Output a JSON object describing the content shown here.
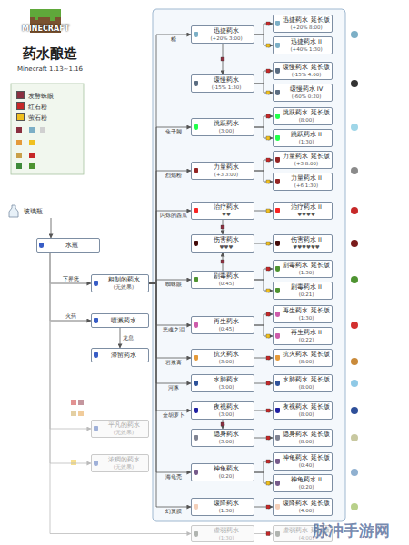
{
  "diagram": {
    "title": "药水酿造",
    "nodes": [
      {
        "text": [
          "玻璃瓶"
        ]
      },
      {
        "text": [
          "水瓶"
        ]
      },
      {
        "text": [
          "粗制的药水",
          "(无效果)"
        ]
      },
      {
        "text": [
          "喷溅药水"
        ]
      },
      {
        "text": [
          "滞留药水"
        ]
      },
      {
        "text": [
          "平凡的药水",
          "(无效果)"
        ]
      },
      {
        "text": [
          "浓稠的药水",
          "(无效果)"
        ]
      },
      {
        "text": [
          "迅捷药水",
          "(+20% 3:00)"
        ]
      },
      {
        "text": [
          "迅捷药水 延长版",
          "(+20% 8:00)"
        ]
      },
      {
        "text": [
          "迅捷药水 II",
          "(+40% 1:30)"
        ]
      },
      {
        "text": [
          "缓慢药水",
          "(-15% 1:30)"
        ]
      },
      {
        "text": [
          "缓慢药水 延长版",
          "(-15% 4:00)"
        ]
      },
      {
        "text": [
          "缓慢药水 IV",
          "(-60% 0:20)"
        ]
      },
      {
        "text": [
          "跳跃药水",
          "(3:00)"
        ]
      },
      {
        "text": [
          "跳跃药水 延长版",
          "(8:00)"
        ]
      },
      {
        "text": [
          "跳跃药水 II",
          "(1:30)"
        ]
      },
      {
        "text": [
          "力量药水",
          "(+3 3:00)"
        ]
      },
      {
        "text": [
          "力量药水 延长版",
          "(+3 8:00)"
        ]
      },
      {
        "text": [
          "力量药水 II",
          "(+6 1:30)"
        ]
      },
      {
        "text": [
          "治疗药水",
          "♥♥"
        ]
      },
      {
        "text": [
          "治疗药水 II",
          "♥♥♥♥"
        ]
      },
      {
        "text": [
          "伤害药水",
          "♥♥♥"
        ]
      },
      {
        "text": [
          "伤害药水 II",
          "♥♥♥♥♥♥"
        ]
      },
      {
        "text": [
          "剧毒药水",
          "(0:45)"
        ]
      },
      {
        "text": [
          "剧毒药水 延长版",
          "(1:30)"
        ]
      },
      {
        "text": [
          "剧毒药水 II",
          "(0:21)"
        ]
      },
      {
        "text": [
          "再生药水",
          "(0:45)"
        ]
      },
      {
        "text": [
          "再生药水 延长版",
          "(1:30)"
        ]
      },
      {
        "text": [
          "再生药水 II",
          "(0:22)"
        ]
      },
      {
        "text": [
          "抗火药水",
          "(3:00)"
        ]
      },
      {
        "text": [
          "抗火药水 延长版",
          "(8:00)"
        ]
      },
      {
        "text": [
          "水肺药水",
          "(3:00)"
        ]
      },
      {
        "text": [
          "水肺药水 延长版",
          "(8:00)"
        ]
      },
      {
        "text": [
          "夜视药水",
          "(3:00)"
        ]
      },
      {
        "text": [
          "夜视药水 延长版",
          "(8:00)"
        ]
      },
      {
        "text": [
          "隐身药水",
          "(3:00)"
        ]
      },
      {
        "text": [
          "隐身药水 延长版",
          "(8:00)"
        ]
      },
      {
        "text": [
          "神龟药水",
          "(0:20)"
        ]
      },
      {
        "text": [
          "神龟药水 延长版",
          "(0:40)"
        ]
      },
      {
        "text": [
          "神龟药水 II",
          "(0:20)"
        ]
      },
      {
        "text": [
          "缓降药水",
          "(1:30)"
        ]
      },
      {
        "text": [
          "缓降药水 延长版",
          "(4:00)"
        ]
      },
      {
        "text": [
          "虚弱药水",
          "(1:30)"
        ]
      },
      {
        "text": [
          "虚弱药水 延长版",
          "(4:00)"
        ]
      }
    ],
    "edges": [
      {
        "from": 0,
        "to": 1,
        "arrow": "to"
      },
      {
        "from": 1,
        "to": 2,
        "label": "下界疣",
        "arrow": "to"
      },
      {
        "from": 1,
        "to": 3,
        "label": "火药",
        "arrow": "to"
      },
      {
        "from": 3,
        "to": 4,
        "label": "龙息",
        "arrow": "to"
      },
      {
        "from": 1,
        "to": 5,
        "arrow": "to"
      },
      {
        "from": 1,
        "to": 6,
        "arrow": "to"
      },
      {
        "from": 1,
        "to": 42,
        "arrow": "to"
      },
      {
        "from": 2,
        "to": 7,
        "label": "糖",
        "arrow": "to"
      },
      {
        "from": 2,
        "to": 13,
        "label": "兔子脚",
        "arrow": "to"
      },
      {
        "from": 2,
        "to": 16,
        "label": "烈焰粉",
        "arrow": "to"
      },
      {
        "from": 2,
        "to": 19,
        "label": "闪烁的西瓜",
        "arrow": "to"
      },
      {
        "from": 2,
        "to": 23,
        "label": "蜘蛛眼",
        "arrow": "to"
      },
      {
        "from": 2,
        "to": 26,
        "label": "恶魂之泪",
        "arrow": "to"
      },
      {
        "from": 2,
        "to": 29,
        "label": "岩浆膏",
        "arrow": "to"
      },
      {
        "from": 2,
        "to": 31,
        "label": "河豚",
        "arrow": "to"
      },
      {
        "from": 2,
        "to": 33,
        "label": "金胡萝卜",
        "arrow": "to"
      },
      {
        "from": 2,
        "to": 37,
        "label": "海龟壳",
        "arrow": "to"
      },
      {
        "from": 2,
        "to": 40,
        "label": "幻翼膜",
        "arrow": "to"
      },
      {
        "from": 7,
        "to": 10,
        "arrow": "to"
      },
      {
        "from": 19,
        "to": 21,
        "arrow": "to"
      },
      {
        "from": 23,
        "to": 21,
        "arrow": "to"
      },
      {
        "from": 33,
        "to": 35,
        "arrow": "to"
      },
      {
        "from": 7,
        "to": 8,
        "arrow": "to"
      },
      {
        "from": 7,
        "to": 9,
        "arrow": "to"
      },
      {
        "from": 10,
        "to": 11,
        "arrow": "to"
      },
      {
        "from": 10,
        "to": 12,
        "arrow": "to"
      },
      {
        "from": 13,
        "to": 14,
        "arrow": "to"
      },
      {
        "from": 13,
        "to": 15,
        "arrow": "to"
      },
      {
        "from": 16,
        "to": 17,
        "arrow": "to"
      },
      {
        "from": 16,
        "to": 18,
        "arrow": "to"
      },
      {
        "from": 19,
        "to": 20,
        "arrow": "to"
      },
      {
        "from": 21,
        "to": 22,
        "arrow": "to"
      },
      {
        "from": 23,
        "to": 24,
        "arrow": "to"
      },
      {
        "from": 23,
        "to": 25,
        "arrow": "to"
      },
      {
        "from": 26,
        "to": 27,
        "arrow": "to"
      },
      {
        "from": 26,
        "to": 28,
        "arrow": "to"
      },
      {
        "from": 29,
        "to": 30,
        "arrow": "to"
      },
      {
        "from": 31,
        "to": 32,
        "arrow": "to"
      },
      {
        "from": 33,
        "to": 34,
        "arrow": "to"
      },
      {
        "from": 35,
        "to": 36,
        "arrow": "to"
      },
      {
        "from": 37,
        "to": 38,
        "arrow": "to"
      },
      {
        "from": 37,
        "to": 39,
        "arrow": "to"
      },
      {
        "from": 40,
        "to": 41,
        "arrow": "to"
      },
      {
        "from": 42,
        "to": 43,
        "arrow": "to"
      }
    ],
    "labels": [
      "MINECRAFT",
      "Minecraft 1.13~1.16",
      "脉冲手游网"
    ],
    "legend": [
      {
        "text": "发酵蛛眼",
        "color": "#8a3040"
      },
      {
        "text": "红石粉",
        "color": "#c62828"
      },
      {
        "text": "萤石粉",
        "color": "#f0c020"
      }
    ]
  }
}
